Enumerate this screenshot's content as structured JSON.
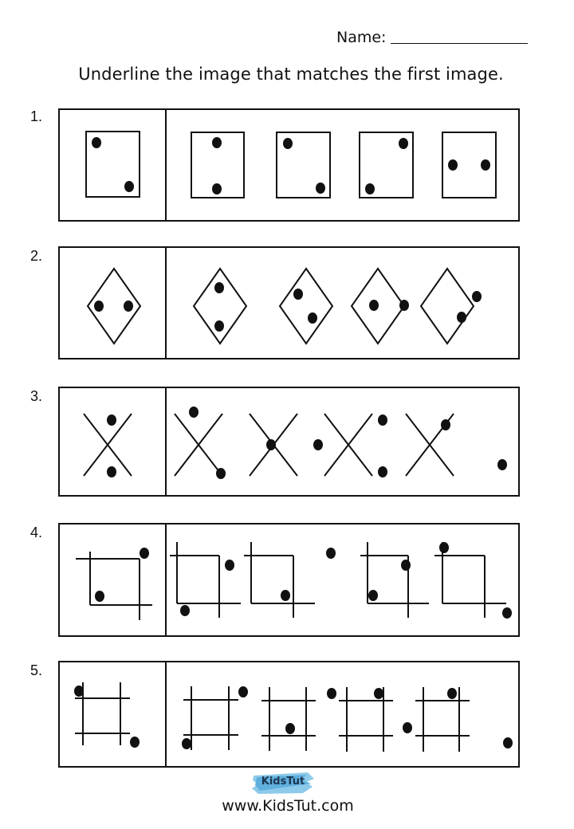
{
  "header": {
    "name_label": "Name:",
    "instruction": "Underline the image that matches the first image."
  },
  "questions": [
    {
      "number": "1.",
      "shape": "rectangle",
      "reference": "dots top-left and bottom-right",
      "options": [
        "dots top-center and bottom-center",
        "dots top-left and bottom-right",
        "dots top-right and bottom-left",
        "dots middle-left and middle-right"
      ]
    },
    {
      "number": "2.",
      "shape": "diamond",
      "reference": "dots middle-left and middle-right",
      "options": [
        "dots top and bottom",
        "dots upper-left and lower-right",
        "dots middle-left and middle-right",
        "dots upper-right and lower-left"
      ]
    },
    {
      "number": "3.",
      "shape": "x-cross",
      "reference": "dots top and bottom",
      "options": [
        "dots top-left and bottom-right",
        "dots left and right",
        "dots top and bottom",
        "dots top-left outside and bottom-right"
      ]
    },
    {
      "number": "4.",
      "shape": "square-with-corner-lines",
      "reference": "dots outside top-right and inside bottom-left",
      "options": [
        "dots inside top-right and outside bottom-left",
        "dots outside top-right and inside bottom-left",
        "dots inside top-right and inside bottom-left",
        "dots outside top-left and outside bottom-right"
      ]
    },
    {
      "number": "5.",
      "shape": "hash-grid",
      "reference": "dots outside top-left and outside bottom-right",
      "options": [
        "dots outside top-right and outside bottom-left",
        "dots outside top-right and inside bottom-left",
        "dots inside top-left and inside bottom-right",
        "dots outside top-left and outside bottom-right"
      ]
    }
  ],
  "footer": {
    "logo_text": "KidsTut",
    "logo_color": "#6db7e0",
    "website": "www.KidsTut.com"
  }
}
